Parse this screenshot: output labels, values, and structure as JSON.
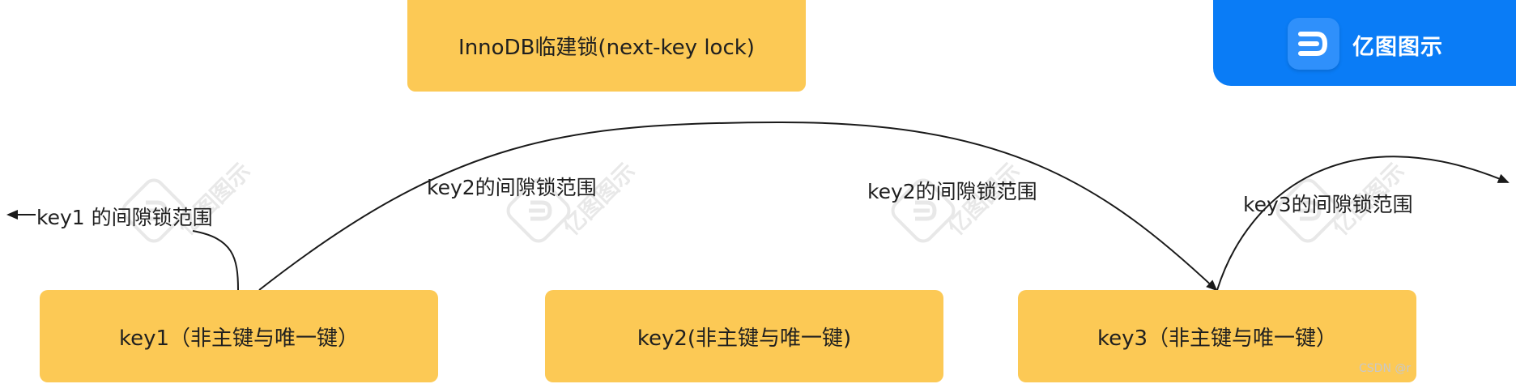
{
  "title_box": {
    "label": "InnoDB临建锁(next-key lock)"
  },
  "nodes": [
    {
      "id": "key1",
      "label": "key1（非主键与唯一键）"
    },
    {
      "id": "key2",
      "label": "key2(非主键与唯一键)"
    },
    {
      "id": "key3",
      "label": "key3（非主键与唯一键）"
    }
  ],
  "edges": [
    {
      "from": "key1",
      "to": "left",
      "label": "key1 的间隙锁范围"
    },
    {
      "from": "key1",
      "to": "key3",
      "label_left": "key2的间隙锁范围",
      "label_right": "key2的间隙锁范围"
    },
    {
      "from": "key3",
      "to": "right",
      "label": "key3的间隙锁范围"
    }
  ],
  "brand": {
    "label": "亿图图示"
  },
  "watermark": {
    "label": "亿图图示"
  },
  "footer": {
    "label": "CSDN @r"
  },
  "colors": {
    "box": "#fcc955",
    "badge": "#0a7cf6",
    "line": "#1a1a1a"
  }
}
